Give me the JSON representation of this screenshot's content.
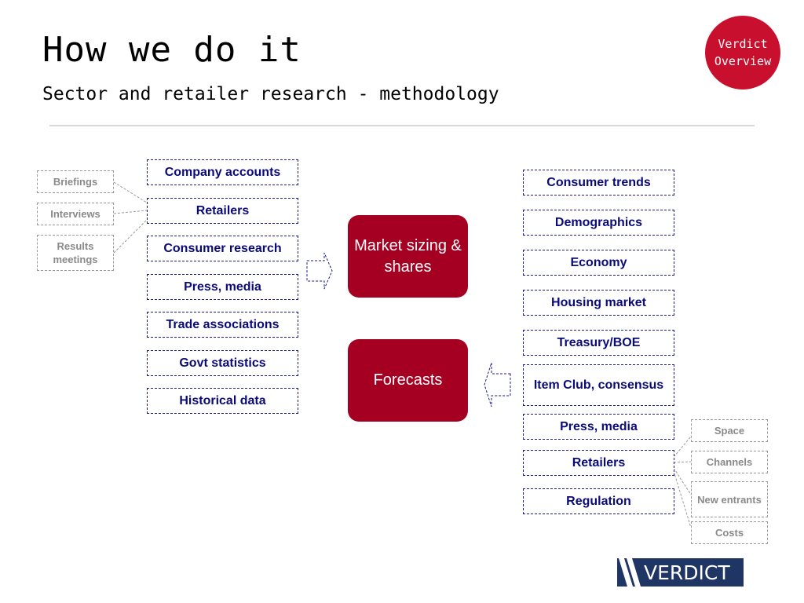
{
  "title": "How we do it",
  "subtitle": "Sector and retailer research - methodology",
  "badge": {
    "line1": "Verdict",
    "line2": "Overview"
  },
  "left_sources": [
    "Company accounts",
    "Retailers",
    "Consumer  research",
    "Press, media",
    "Trade associations",
    "Govt statistics",
    "Historical data"
  ],
  "left_sub": [
    "Briefings",
    "Interviews",
    "Results meetings"
  ],
  "center": {
    "market": "Market sizing & shares",
    "forecasts": "Forecasts"
  },
  "right_sources": [
    "Consumer trends",
    "Demographics",
    "Economy",
    "Housing market",
    "Treasury/BOE",
    "Item Club, consensus",
    "Press, media",
    "Retailers",
    "Regulation"
  ],
  "right_sub": [
    "Space",
    "Channels",
    "New entrants",
    "Costs"
  ],
  "logo": {
    "text": "VERDICT"
  },
  "colors": {
    "accent_red": "#a50021",
    "badge_red": "#c8102e",
    "navy": "#1f3564",
    "box_text": "#0a0a7a"
  }
}
